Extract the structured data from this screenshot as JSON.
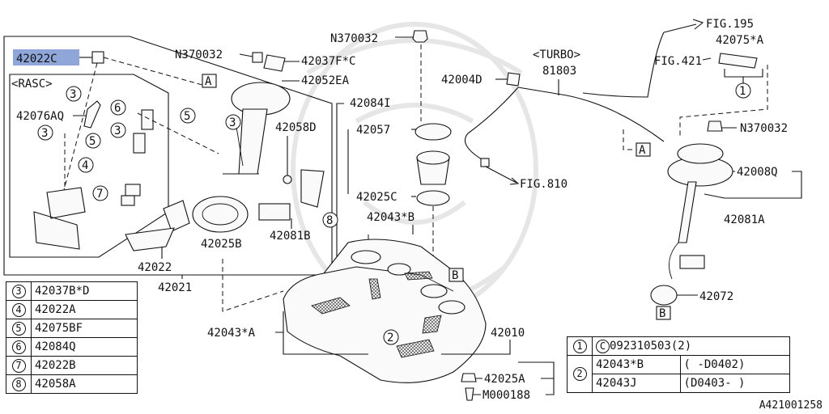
{
  "labels": {
    "p42022C": "42022C",
    "rasc": "<RASC>",
    "p42076AQ": "42076AQ",
    "p42022": "42022",
    "p42021": "42021",
    "p42025B": "42025B",
    "n370032a": "N370032",
    "p42037FC": "42037F*C",
    "p42052EA": "42052EA",
    "p42058D": "42058D",
    "p42084I": "42084I",
    "p42057": "42057",
    "p42025C": "42025C",
    "p42043B": "42043*B",
    "p42081B": "42081B",
    "n370032b": "N370032",
    "p42004D": "42004D",
    "turbo": "<TURBO>",
    "p81803": "81803",
    "fig810": "FIG.810",
    "fig195": "FIG.195",
    "p42075A": "42075*A",
    "fig421": "FIG.421",
    "n370032c": "N370032",
    "p42008Q": "42008Q",
    "p42081A": "42081A",
    "p42072": "42072",
    "p42043A": "42043*A",
    "p42010": "42010",
    "p42025A": "42025A",
    "m000188": "M000188",
    "boxA": "A",
    "boxB": "B"
  },
  "callouts": [
    "1",
    "2",
    "3",
    "4",
    "5",
    "6",
    "7",
    "8"
  ],
  "legend": [
    {
      "num": "3",
      "part": "42037B*D"
    },
    {
      "num": "4",
      "part": "42022A"
    },
    {
      "num": "5",
      "part": "42075BF"
    },
    {
      "num": "6",
      "part": "42084Q"
    },
    {
      "num": "7",
      "part": "42022B"
    },
    {
      "num": "8",
      "part": "42058A"
    }
  ],
  "notes": {
    "row1": {
      "num": "1",
      "code_mark": "C",
      "code": "092310503(2)"
    },
    "row2a": {
      "num": "2",
      "part": "42043*B",
      "range": "(     -D0402)"
    },
    "row2b": {
      "part": "42043J",
      "range": "(D0403-     )"
    }
  },
  "reference": "A421001258",
  "colors": {
    "highlight": "#8fa6d8"
  }
}
